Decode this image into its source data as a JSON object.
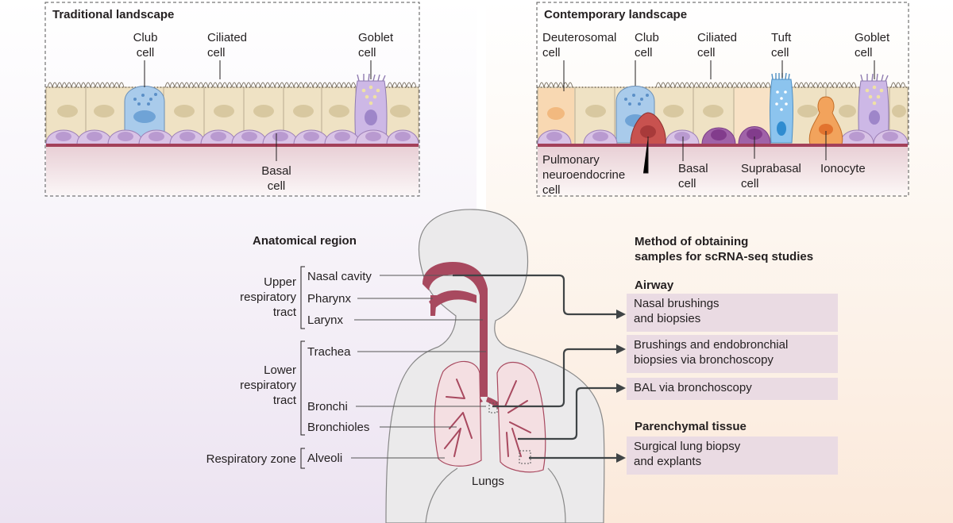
{
  "panels": {
    "traditional": {
      "title": "Traditional landscape",
      "labels": {
        "club": "Club\ncell",
        "ciliated": "Ciliated\ncell",
        "goblet": "Goblet\ncell",
        "basal": "Basal\ncell"
      }
    },
    "contemporary": {
      "title": "Contemporary landscape",
      "labels": {
        "deuterosomal": "Deuterosomal\ncell",
        "club": "Club\ncell",
        "ciliated": "Ciliated\ncell",
        "tuft": "Tuft\ncell",
        "goblet": "Goblet\ncell",
        "pne": "Pulmonary\nneuroendocrine\ncell",
        "basal": "Basal\ncell",
        "suprabasal": "Suprabasal\ncell",
        "ionocyte": "Ionocyte"
      }
    }
  },
  "anatomy": {
    "heading": "Anatomical region",
    "groups": {
      "upper": "Upper\nrespiratory\ntract",
      "lower": "Lower\nrespiratory\ntract",
      "zone": "Respiratory zone"
    },
    "regions": {
      "nasal": "Nasal cavity",
      "pharynx": "Pharynx",
      "larynx": "Larynx",
      "trachea": "Trachea",
      "bronchi": "Bronchi",
      "bronchioles": "Bronchioles",
      "alveoli": "Alveoli"
    },
    "lungs": "Lungs"
  },
  "methods": {
    "heading": "Method of obtaining\nsamples for scRNA-seq studies",
    "airway_heading": "Airway",
    "airway": [
      "Nasal brushings\nand biopsies",
      "Brushings and endobronchial\nbiopsies via bronchoscopy",
      "BAL via bronchoscopy"
    ],
    "parenchymal_heading": "Parenchymal tissue",
    "parenchymal": [
      "Surgical lung biopsy\nand explants"
    ]
  },
  "colors": {
    "membrane": "#a3405a",
    "airway": "#a8495f",
    "basal_cell": "#d9c3e6",
    "club_cell": "#a9cbeb",
    "goblet_cell": "#cdb8e6",
    "pne_cell": "#c8524f",
    "ionocyte": "#f2a35c",
    "tuft_cell": "#8cc4ee",
    "method_box": "#eadbe3",
    "arrow": "#3f4446"
  }
}
